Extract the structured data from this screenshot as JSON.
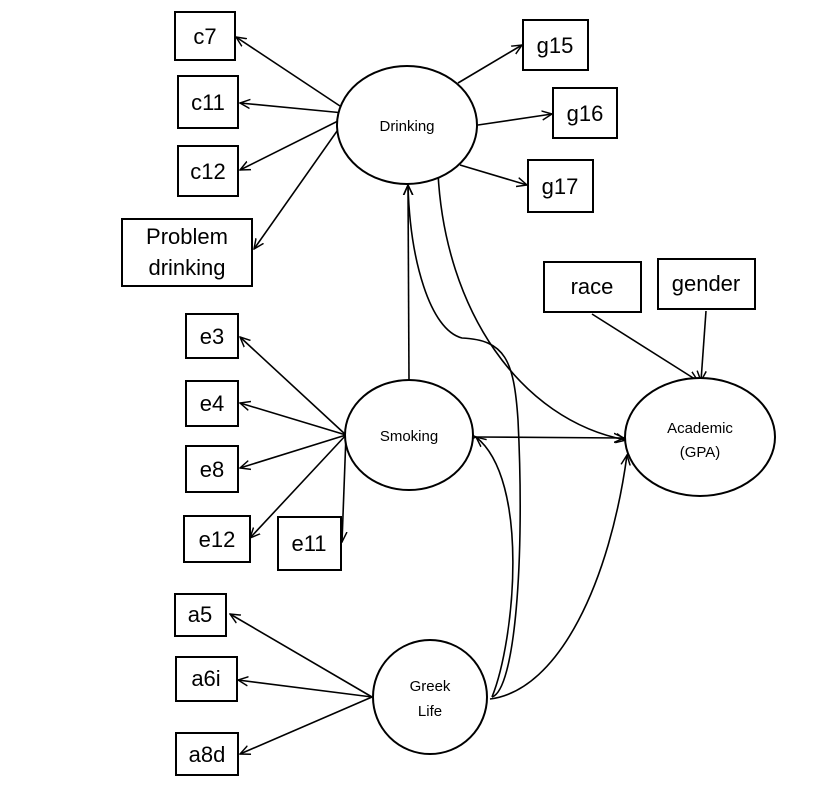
{
  "diagram": {
    "latent": {
      "drinking": "Drinking",
      "smoking": "Smoking",
      "greek_1": "Greek",
      "greek_2": "Life",
      "academic_1": "Academic",
      "academic_2": "(GPA)"
    },
    "observed": {
      "c7": "c7",
      "c11": "c11",
      "c12": "c12",
      "problem_1": "Problem",
      "problem_2": "drinking",
      "g15": "g15",
      "g16": "g16",
      "g17": "g17",
      "e3": "e3",
      "e4": "e4",
      "e8": "e8",
      "e12": "e12",
      "e11": "e11",
      "a5": "a5",
      "a6i": "a6i",
      "a8d": "a8d",
      "race": "race",
      "gender": "gender"
    }
  }
}
